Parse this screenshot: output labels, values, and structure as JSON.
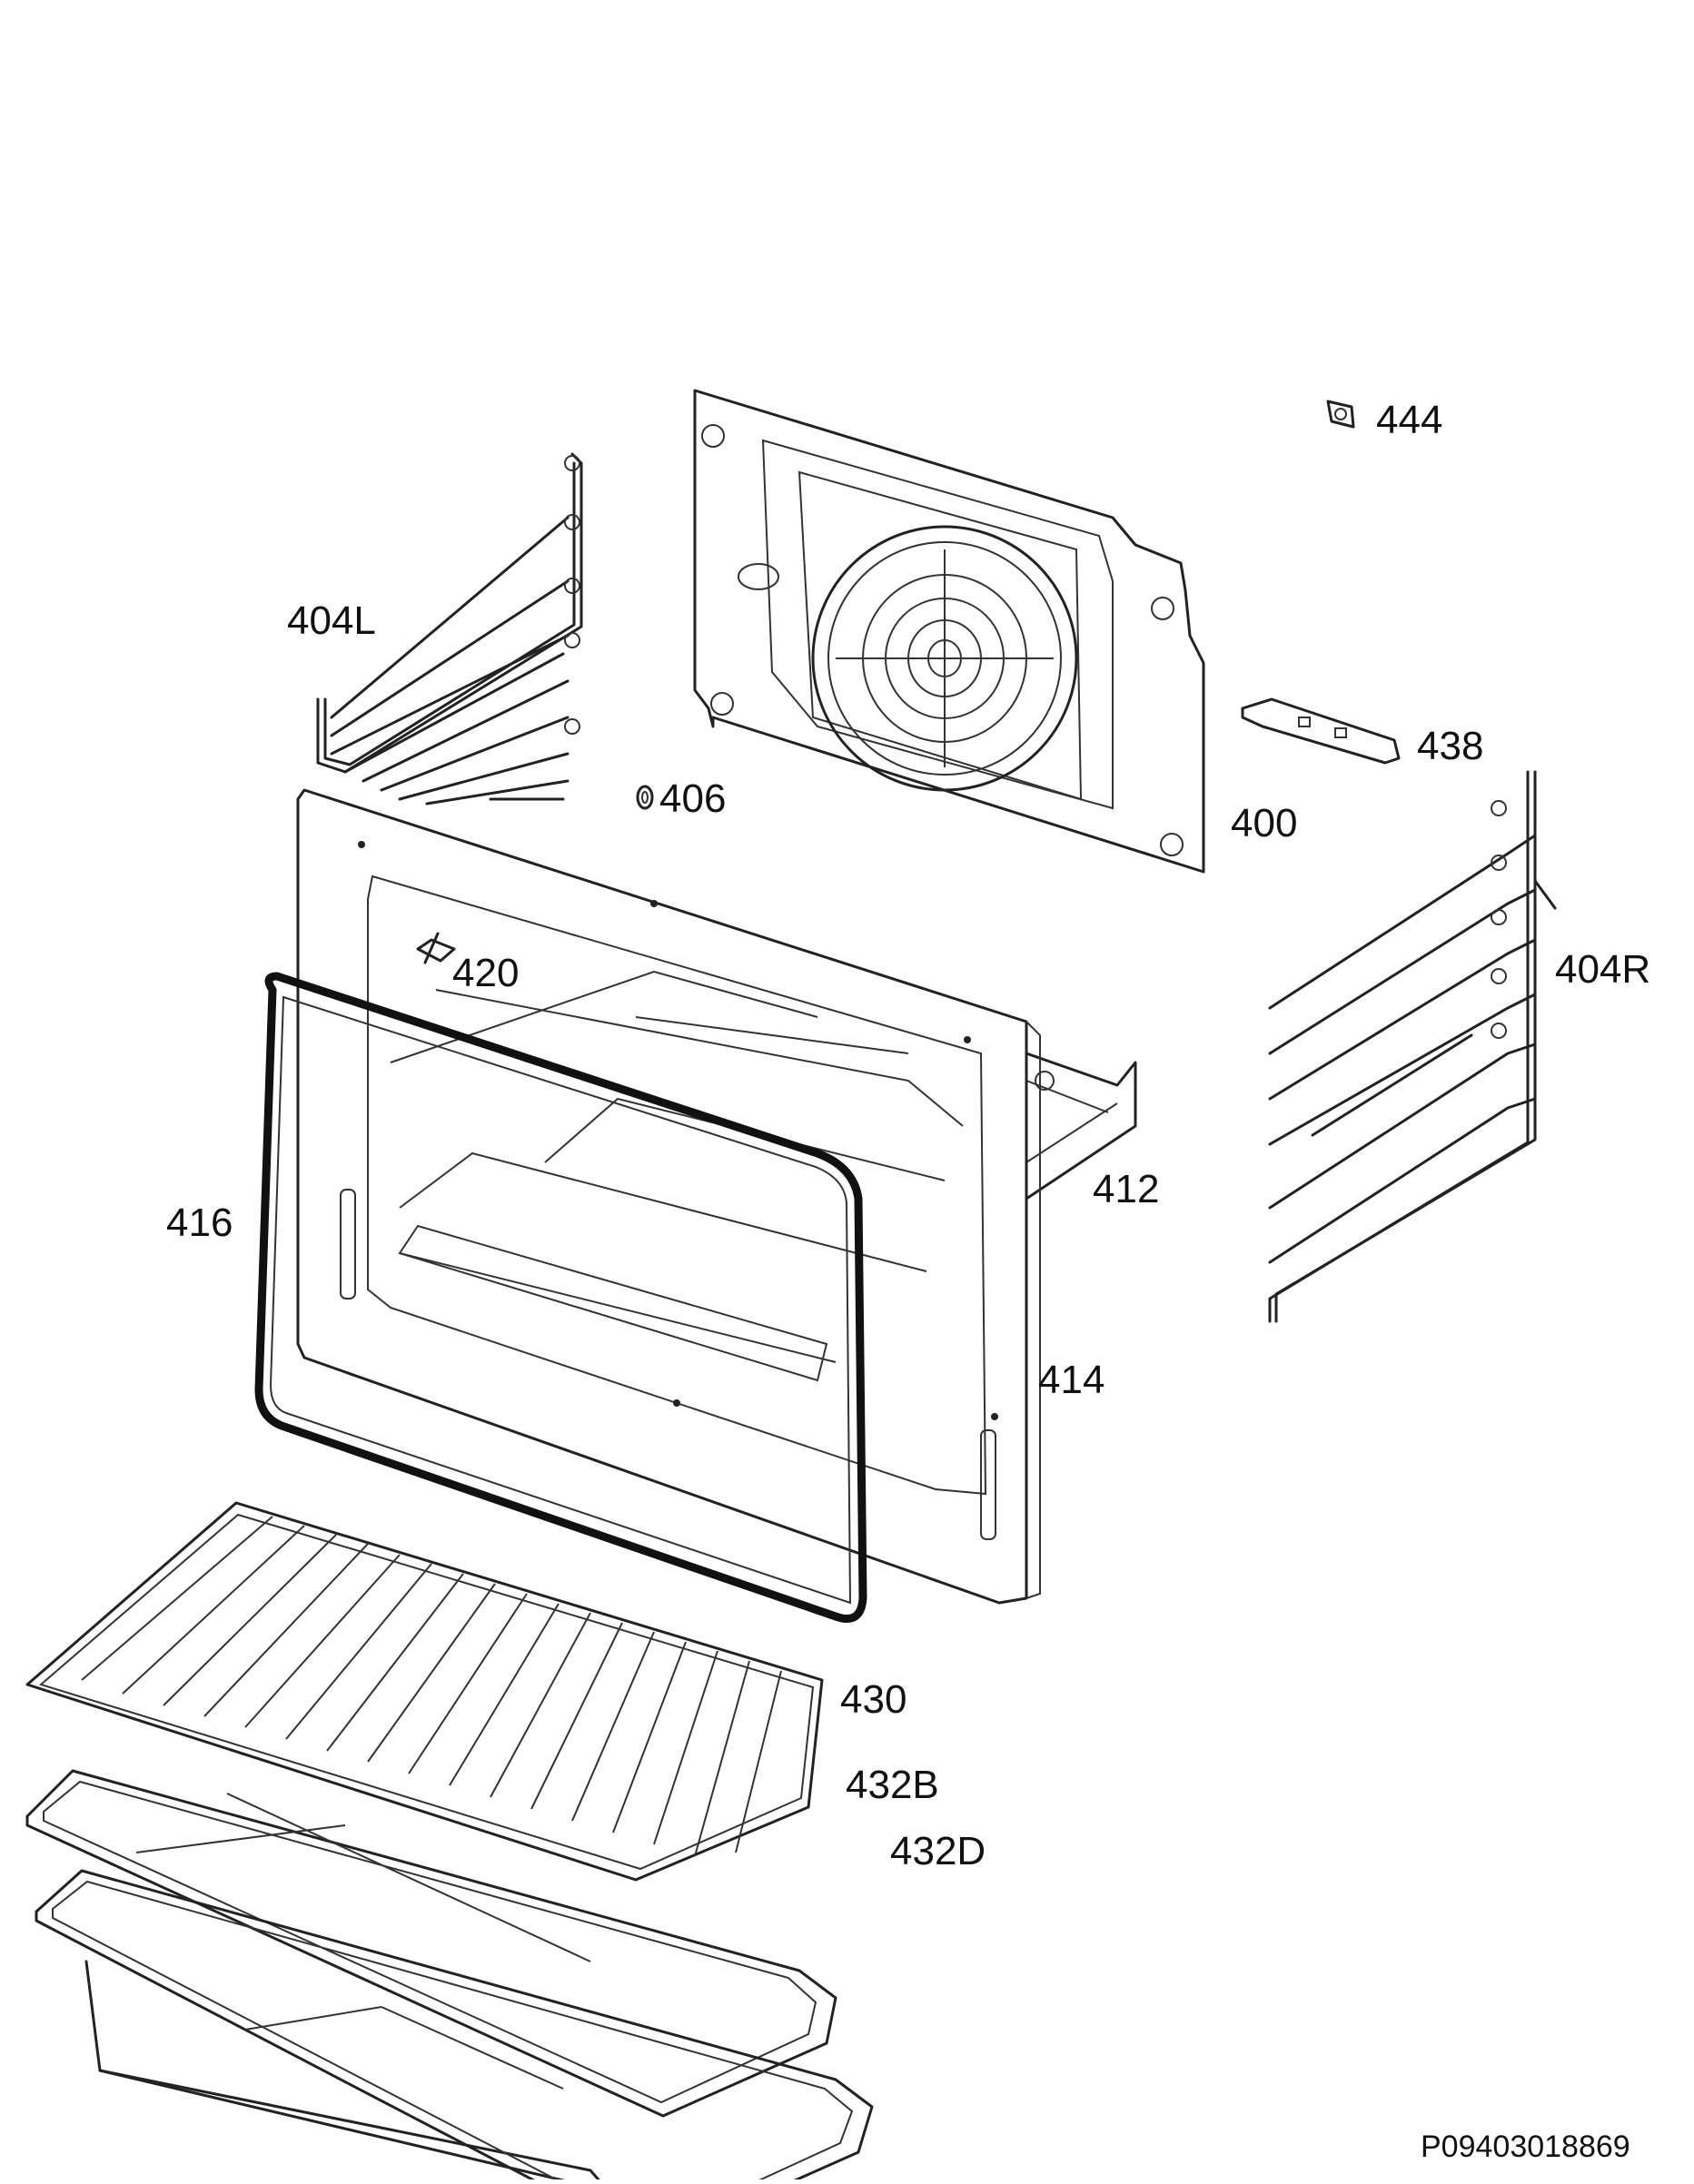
{
  "labels": {
    "p404L": "404L",
    "p444": "444",
    "p438": "438",
    "p406": "406",
    "p400": "400",
    "p404R": "404R",
    "p420": "420",
    "p412": "412",
    "p416": "416",
    "p414": "414",
    "p430": "430",
    "p432B": "432B",
    "p432D": "432D"
  },
  "reference_code": "P09403018869"
}
